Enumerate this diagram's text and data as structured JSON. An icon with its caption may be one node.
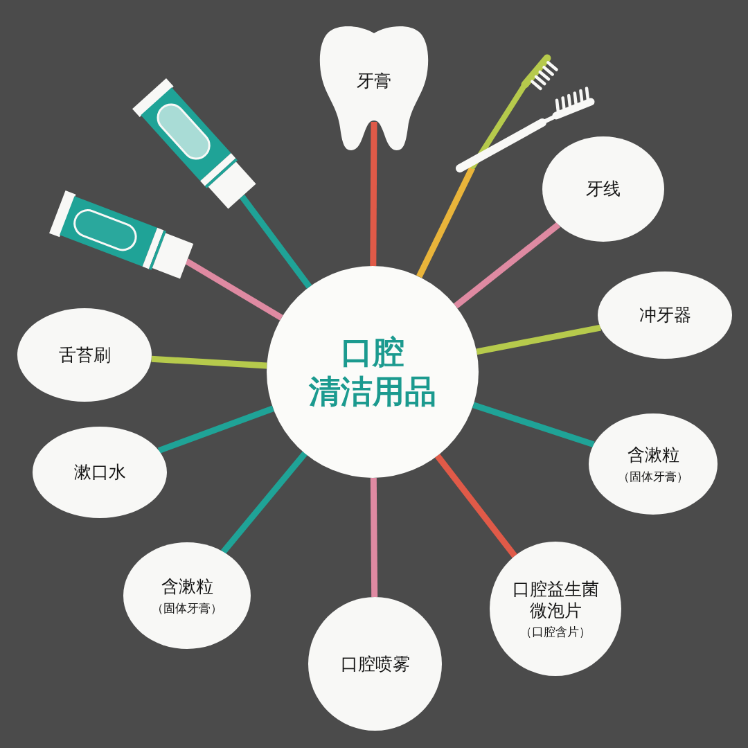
{
  "diagram": {
    "nodes": [
      {
        "text": [
          "口腔清洁用品"
        ]
      },
      {
        "text": [
          "牙膏"
        ]
      },
      {
        "text": [],
        "shape": "picture"
      },
      {
        "text": [
          "牙线"
        ]
      },
      {
        "text": [
          "冲牙器"
        ]
      },
      {
        "text": [
          "含漱粒",
          "（固体牙膏）"
        ]
      },
      {
        "text": [
          "口腔益生菌微泡片",
          "（口腔含片）"
        ]
      },
      {
        "text": [
          "口腔喷雾"
        ]
      },
      {
        "text": [
          "含漱粒",
          "（固体牙膏）"
        ]
      },
      {
        "text": [
          "漱口水"
        ]
      },
      {
        "text": [
          "舌苔刷"
        ]
      },
      {
        "text": [],
        "shape": "picture"
      },
      {
        "text": [],
        "shape": "picture"
      }
    ],
    "edges": [
      {
        "from": 0,
        "to": 1,
        "arrow": "none",
        "color": "#e05a48"
      },
      {
        "from": 0,
        "to": 2,
        "arrow": "none",
        "color": "#e9b43a"
      },
      {
        "from": 0,
        "to": 3,
        "arrow": "none",
        "color": "#df8aa2"
      },
      {
        "from": 0,
        "to": 4,
        "arrow": "none",
        "color": "#b6ca4c"
      },
      {
        "from": 0,
        "to": 5,
        "arrow": "none"
      },
      {
        "from": 0,
        "to": 6,
        "arrow": "none",
        "color": "#e05a48"
      },
      {
        "from": 0,
        "to": 7,
        "arrow": "none",
        "color": "#df8aa2"
      },
      {
        "from": 0,
        "to": 8,
        "arrow": "none"
      },
      {
        "from": 0,
        "to": 9,
        "arrow": "none"
      },
      {
        "from": 0,
        "to": 10,
        "arrow": "none",
        "color": "#b6ca4c"
      },
      {
        "from": 0,
        "to": 11,
        "arrow": "none",
        "color": "#df8aa2"
      },
      {
        "from": 0,
        "to": 12,
        "arrow": "none"
      }
    ]
  }
}
